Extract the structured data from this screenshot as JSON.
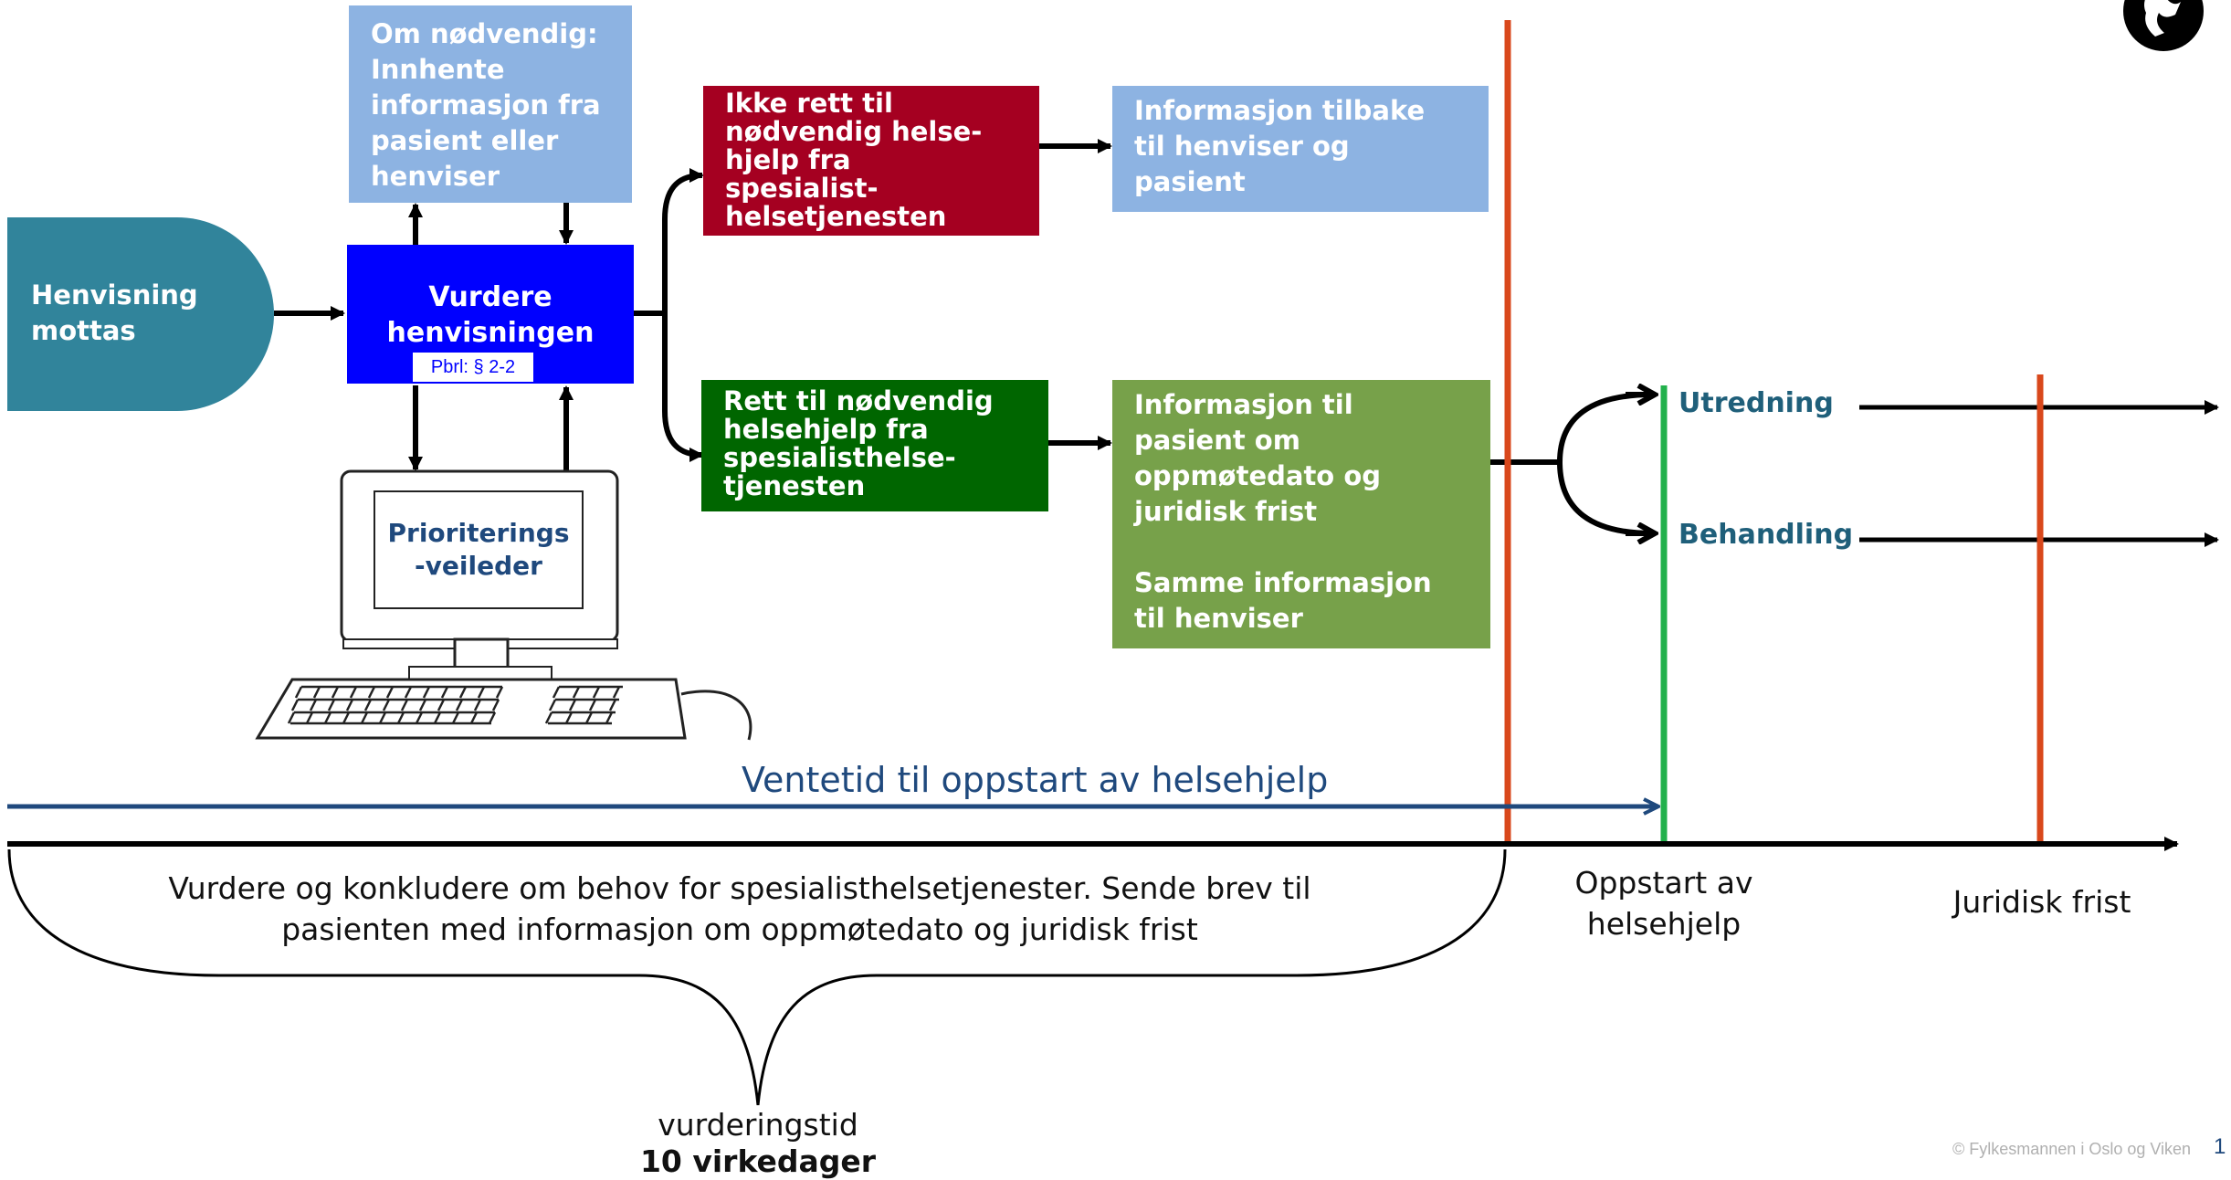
{
  "boxes": {
    "innhente": "Om nødvendig:\nInnhente\ninformasjon fra\npasient eller\nhenviser",
    "henvisning": "Henvisning\nmottas",
    "vurdere": "Vurdere\nhenvisningen",
    "pbrl": "Pbrl: § 2-2",
    "ikke_rett": "Ikke rett til\nnødvendig helse-\nhjelp fra\nspesialist-\nhelsetjenesten",
    "info_tilbake": "Informasjon tilbake\ntil henviser og\npasient",
    "rett": "Rett til nødvendig\nhelsehjelp fra\nspesialisthelse-\ntjenesten",
    "info_pasient": "Informasjon til\npasient om\noppmøtedato og\njuridisk frist\n\nSamme informasjon\ntil henviser",
    "prioritering": "Prioriterings\n-veileder"
  },
  "branches": {
    "utredning": "Utredning",
    "behandling": "Behandling"
  },
  "timeline": {
    "ventetid": "Ventetid til oppstart av helsehjelp",
    "vurdere_tekst": "Vurdere og konkludere om behov for spesialisthelsetjenester.  Sende brev til\npasienten med informasjon om oppmøtedato og juridisk frist",
    "oppstart": "Oppstart av\nhelsehjelp",
    "juridisk": "Juridisk frist",
    "vurderingstid": "vurderingstid",
    "virkedager": "10 virkedager"
  },
  "footer": {
    "copyright": "© Fylkesmannen i Oslo og Viken",
    "page": "1"
  },
  "colors": {
    "teal": "#31849B",
    "lightblue": "#8DB3E2",
    "blue": "#0000FF",
    "darkred": "#A50021",
    "darkgreen": "#006600",
    "olive": "#77A14A",
    "orange_line": "#E04A1C",
    "green_line": "#22B14C",
    "navy": "#1F497D"
  }
}
